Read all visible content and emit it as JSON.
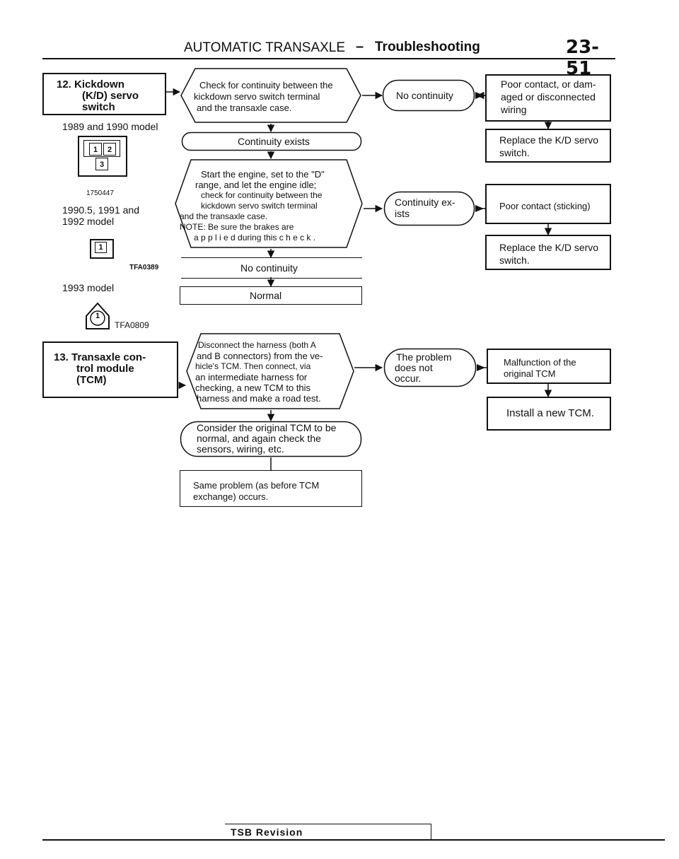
{
  "header": {
    "title_prefix": "AUTOMATIC TRANSAXLE",
    "dash": "–",
    "title_bold": "Troubleshooting",
    "page_number": "23-51"
  },
  "section12": {
    "title_line1": "12. Kickdown",
    "title_line2": "(K/D) servo",
    "title_line3": "switch",
    "model_1989": "1989 and 1990 model",
    "conn_pins": [
      "1",
      "2",
      "3"
    ],
    "code_1": "1750447",
    "model_1990": "1990.5, 1991 and",
    "model_1990_b": "1992 model",
    "conn_pin_single": "1",
    "code_2": "TFA0389",
    "model_1993": "1993 model",
    "conn_pin_1993": "1",
    "code_3": "TFA0809",
    "check1": [
      "Check for continuity between the",
      "kickdown servo switch terminal",
      "and the transaxle case."
    ],
    "no_continuity": "No continuity",
    "result1": [
      "Poor contact, or dam-",
      "aged or disconnected",
      "wiring"
    ],
    "continuity_exists": "Continuity exists",
    "replace1": [
      "Replace the K/D servo",
      "switch."
    ],
    "check2": [
      "Start the engine, set to the \"D\"",
      "range, and let the engine idle;",
      "check for continuity between the",
      "kickdown servo switch terminal",
      "and the transaxle case.",
      "NOTE: Be sure the brakes are",
      "a p p l i e d  during this  c h e c k ."
    ],
    "continuity_exists2": [
      "Continuity ex-",
      "ists"
    ],
    "poor_contact": "Poor contact (sticking)",
    "replace2": [
      "Replace the K/D servo",
      "switch."
    ],
    "no_continuity2": "No continuity",
    "normal": "Normal"
  },
  "section13": {
    "title_line1": "13. Transaxle con-",
    "title_line2": "trol module",
    "title_line3": "(TCM)",
    "check": [
      "Disconnect the harness (both A",
      "and B connectors) from the ve-",
      "hicle's TCM. Then connect, via",
      "an intermediate harness for",
      "checking, a new TCM to this",
      "harness and make a road test."
    ],
    "problem": [
      "The problem",
      "does not",
      "occur."
    ],
    "malfunction": [
      "Malfunction of the",
      "original TCM"
    ],
    "install": "Install a new TCM.",
    "consider": [
      "Consider the original TCM to be",
      "normal, and again check the",
      "sensors, wiring, etc."
    ],
    "same_problem": [
      "Same problem (as before TCM",
      "exchange) occurs."
    ]
  },
  "footer": {
    "tsb": "TSB Revision"
  }
}
